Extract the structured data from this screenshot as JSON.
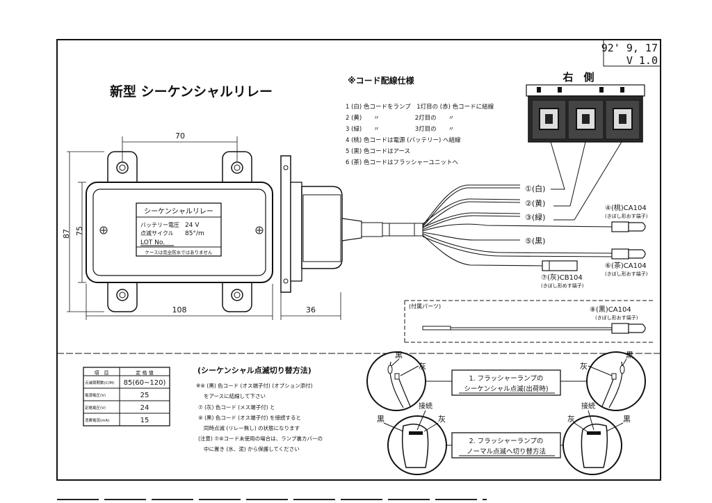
{
  "header": {
    "date": "92' 9, 17",
    "version": "V 1.0"
  },
  "title": "新型 シーケンシャルリレー",
  "relay_label": {
    "name": "シーケンシャルリレー",
    "battery": "バッテリー電圧",
    "battery_value": "24 V",
    "cycle": "点滅サイクル",
    "cycle_value": "85°/m",
    "lot": "LOT No.",
    "note": "ケースは完全防水ではありません"
  },
  "dimensions": {
    "width_top": "70",
    "height_outer": "87",
    "height_inner": "75",
    "width_bottom": "108",
    "depth": "36"
  },
  "wiring": {
    "heading": "※コード配線仕様",
    "lines": [
      "1 (白) 色コードをランプ　1灯目の (赤) 色コードに結線",
      "2 (黄)　　〃　　　　　　2灯目の　　〃",
      "3 (緑)　　〃　　　　　　3灯目の　　〃",
      "4 (桃) 色コードは電源 (バッテリー) へ結線",
      "5 (黒) 色コードはアース",
      "6 (茶) 色コードはフラッシャーユニットへ"
    ]
  },
  "lamp": {
    "heading": "右　側"
  },
  "wires": {
    "w1": "①(白)",
    "w2": "②(黄)",
    "w3": "③(緑)",
    "w4": "④(桃)CA104",
    "w4sub": "(きぼし形おす端子)",
    "w5": "⑤(黒)",
    "w6": "⑥(茶)CA104",
    "w6sub": "(きぼし形おす端子)",
    "w7": "⑦(灰)CB104",
    "w7sub": "(きぼし形めす端子)"
  },
  "parts": {
    "heading": "(付属パーツ)",
    "w8": "⑧(黒)CA104",
    "w8sub": "(きぼし形おす端子)"
  },
  "spec_table": {
    "headers": [
      "項　目",
      "定 格 値"
    ],
    "rows": [
      [
        "点滅周期数(C/M)",
        "85(60~120)"
      ],
      [
        "電源電圧(V)",
        "25"
      ],
      [
        "定格電圧(V)",
        "24"
      ],
      [
        "消費電流(mA)",
        "15"
      ]
    ]
  },
  "switch_method": {
    "heading": "(シーケンシャル点滅切り替方法)",
    "lines": [
      "※⑧ (黒) 色コード (オス端子付) (オプション添付)",
      "をアースに結線して下さい",
      "⑦ (灰) 色コード (メス端子付) と",
      "⑧ (黒) 色コード (オス端子付) を接続すると",
      "同時点滅 (リレー無し) の状態になります",
      "(注意) ⑦⑧コード未使用の場合は、ランプ裏カバーの",
      "中に置き (水、泥) から保護してください"
    ]
  },
  "steps": {
    "step1_l1": "1. フラッシャーランプの",
    "step1_l2": "シーケンシャル点滅(出荷時)",
    "step2_l1": "2. フラッシャーランプの",
    "step2_l2": "ノーマル点滅へ切り替方法",
    "black": "黒",
    "gray": "灰",
    "connect": "接続"
  }
}
